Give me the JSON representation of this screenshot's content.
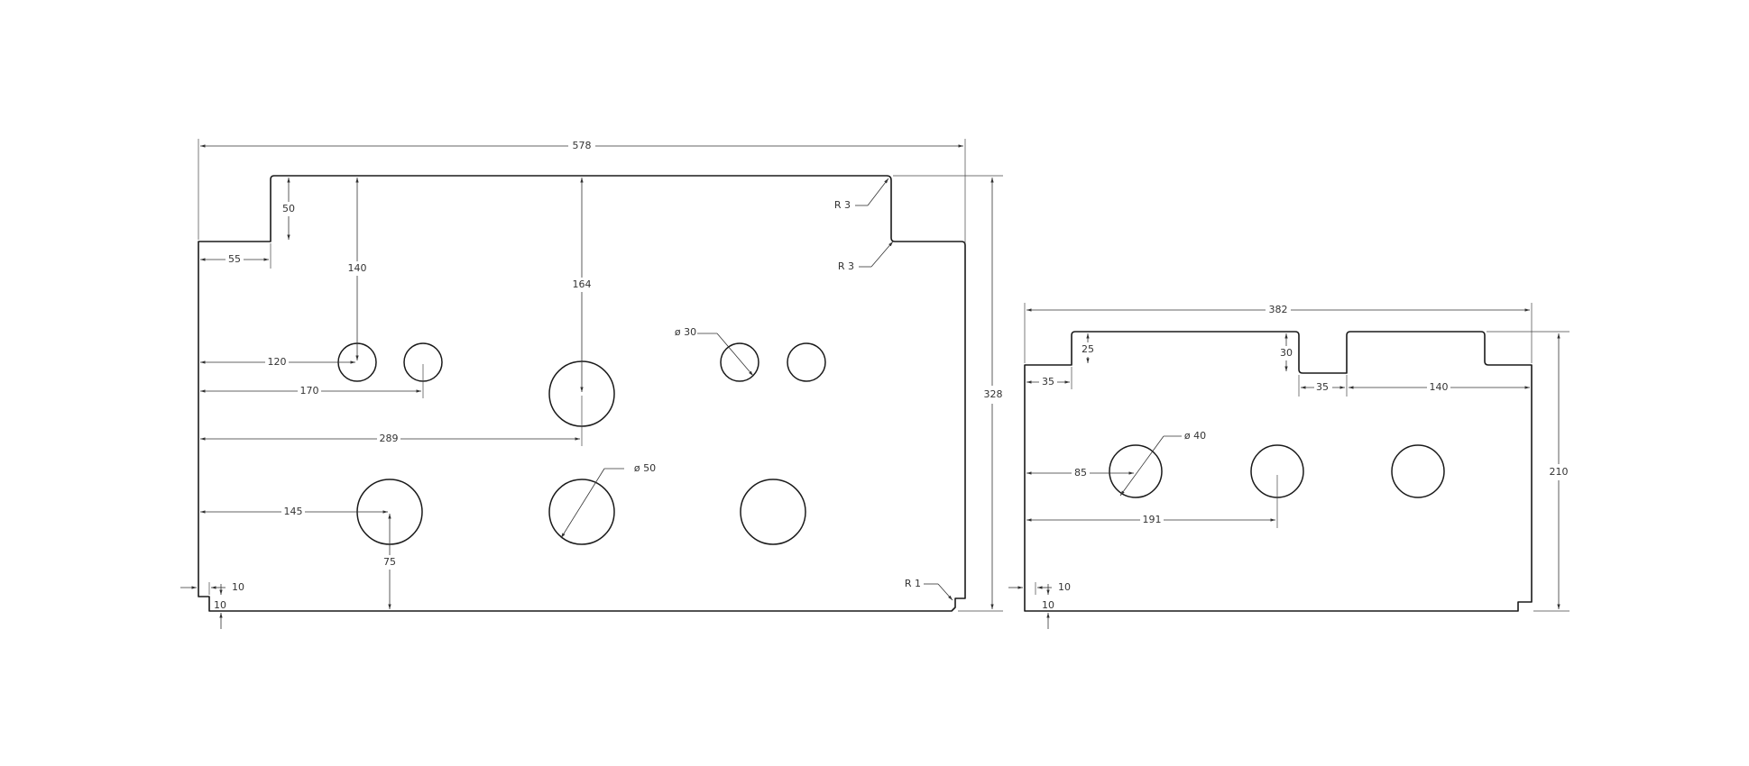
{
  "part_a": {
    "overall_width": "578",
    "overall_height": "328",
    "step_height": "50",
    "step_width": "55",
    "radius_top": "R 3",
    "radius_step": "R 3",
    "radius_corner": "R 1",
    "hole_top_y": "140",
    "hole_center_y": "164",
    "hole_dia_small": "ø 30",
    "hole_dia_large": "ø 50",
    "dim_120": "120",
    "dim_170": "170",
    "dim_289": "289",
    "dim_145": "145",
    "dim_75": "75",
    "notch_x": "10",
    "notch_y": "10"
  },
  "part_b": {
    "overall_width": "382",
    "overall_height": "210",
    "step_height": "25",
    "notch_depth": "30",
    "step_width": "35",
    "notch_width": "35",
    "right_width": "140",
    "hole_dia": "ø 40",
    "dim_85": "85",
    "dim_191": "191",
    "notch_x": "10",
    "notch_y": "10"
  }
}
